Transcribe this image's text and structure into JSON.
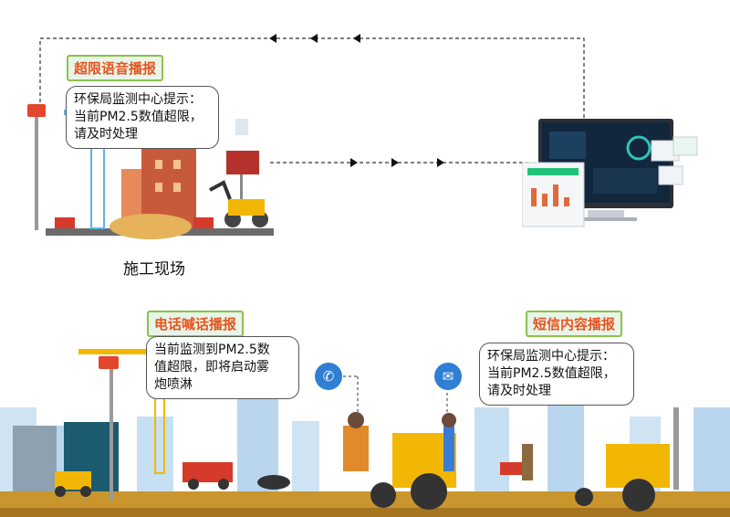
{
  "labels": {
    "voice_broadcast": "超限语音播报",
    "phone_broadcast": "电话喊话播报",
    "sms_broadcast": "短信内容播报",
    "site_caption": "施工现场"
  },
  "bubbles": {
    "voice_line1": "环保局监测中心提示：",
    "voice_line2": "当前PM2.5数值超限，",
    "voice_line3": "请及时处理",
    "phone_line1": "当前监测到PM2.5数",
    "phone_line2": "值超限，即将启动雾",
    "phone_line3": "炮喷淋",
    "sms_line1": "环保局监测中心提示：",
    "sms_line2": "当前PM2.5数值超限，",
    "sms_line3": "请及时处理"
  },
  "icons": {
    "phone": "phone-icon",
    "mail": "mail-icon"
  },
  "colors": {
    "tag_text": "#e8541e",
    "tag_border": "#8ac34a",
    "icon_blue": "#2f7fd4",
    "ground": "#c9962e"
  }
}
